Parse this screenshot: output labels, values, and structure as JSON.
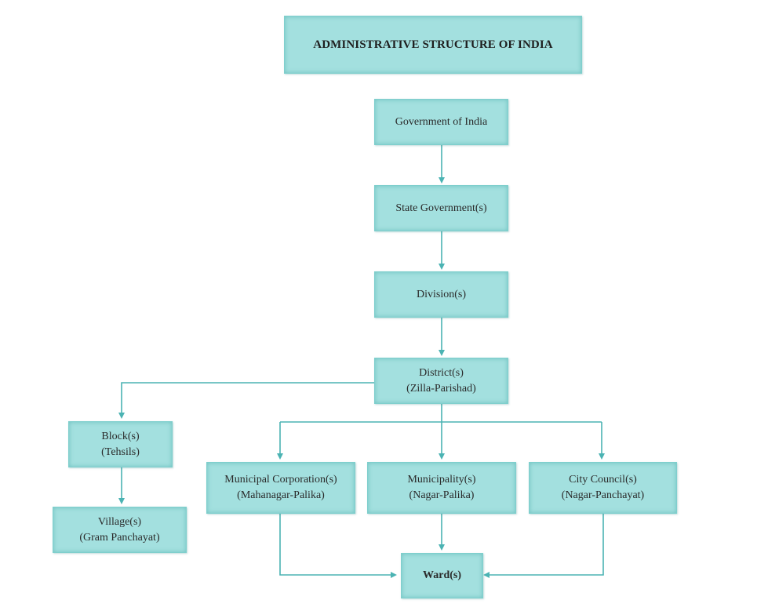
{
  "title": "ADMINISTRATIVE STRUCTURE OF INDIA",
  "nodes": {
    "government_of_india": {
      "line1": "Government of India"
    },
    "state_government": {
      "line1": "State Government(s)"
    },
    "division": {
      "line1": "Division(s)"
    },
    "district": {
      "line1": "District(s)",
      "line2": "(Zilla-Parishad)"
    },
    "block": {
      "line1": "Block(s)",
      "line2": "(Tehsils)"
    },
    "village": {
      "line1": "Village(s)",
      "line2": "(Gram Panchayat)"
    },
    "municipal_corporation": {
      "line1": "Municipal Corporation(s)",
      "line2": "(Mahanagar-Palika)"
    },
    "municipality": {
      "line1": "Municipality(s)",
      "line2": "(Nagar-Palika)"
    },
    "city_council": {
      "line1": "City Council(s)",
      "line2": "(Nagar-Panchayat)"
    },
    "ward": {
      "line1": "Ward(s)"
    }
  },
  "edges": [
    [
      "government_of_india",
      "state_government"
    ],
    [
      "state_government",
      "division"
    ],
    [
      "division",
      "district"
    ],
    [
      "district",
      "block"
    ],
    [
      "block",
      "village"
    ],
    [
      "district",
      "municipal_corporation"
    ],
    [
      "district",
      "municipality"
    ],
    [
      "district",
      "city_council"
    ],
    [
      "municipal_corporation",
      "ward"
    ],
    [
      "municipality",
      "ward"
    ],
    [
      "city_council",
      "ward"
    ]
  ],
  "colors": {
    "box_fill": "#a3e0df",
    "connector": "#4bb3b3"
  }
}
